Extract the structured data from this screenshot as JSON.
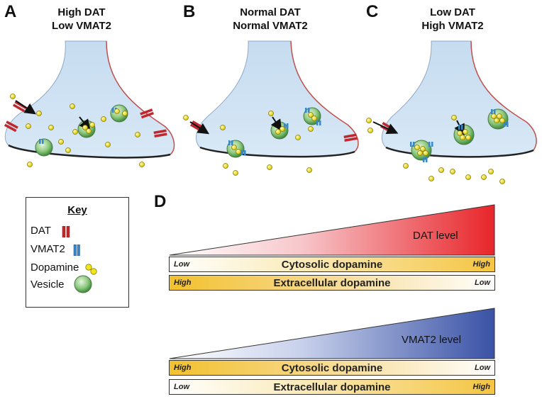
{
  "panels": [
    {
      "letter": "A",
      "title_line1": "High DAT",
      "title_line2": "Low VMAT2"
    },
    {
      "letter": "B",
      "title_line1": "Normal DAT",
      "title_line2": "Normal VMAT2"
    },
    {
      "letter": "C",
      "title_line1": "Low DAT",
      "title_line2": "High VMAT2"
    }
  ],
  "key": {
    "title": "Key",
    "items": [
      {
        "label": "DAT",
        "icon": "dat-transporter-icon"
      },
      {
        "label": "VMAT2",
        "icon": "vmat2-transporter-icon"
      },
      {
        "label": "Dopamine",
        "icon": "dopamine-molecule-icon"
      },
      {
        "label": "Vesicle",
        "icon": "vesicle-icon"
      }
    ]
  },
  "panel_d": {
    "letter": "D",
    "dat": {
      "triangle_label": "DAT level",
      "triangle_color": "#e8252a",
      "bar1": {
        "left": "Low",
        "center": "Cytosolic dopamine",
        "right": "High"
      },
      "bar2": {
        "left": "High",
        "center": "Extracellular dopamine",
        "right": "Low"
      }
    },
    "vmat2": {
      "triangle_label": "VMAT2 level",
      "triangle_color": "#3a52a6",
      "bar1": {
        "left": "High",
        "center": "Cytosolic dopamine",
        "right": "Low"
      },
      "bar2": {
        "left": "Low",
        "center": "Extracellular dopamine",
        "right": "High"
      }
    }
  },
  "colors": {
    "cell_fill": "#c9dff2",
    "membrane": "#c0504d",
    "dat": "#c0282d",
    "vmat2": "#3a86c8",
    "dopamine": "#f2e51a",
    "vesicle": "#5ea85a",
    "gold": "#f2c12e"
  }
}
